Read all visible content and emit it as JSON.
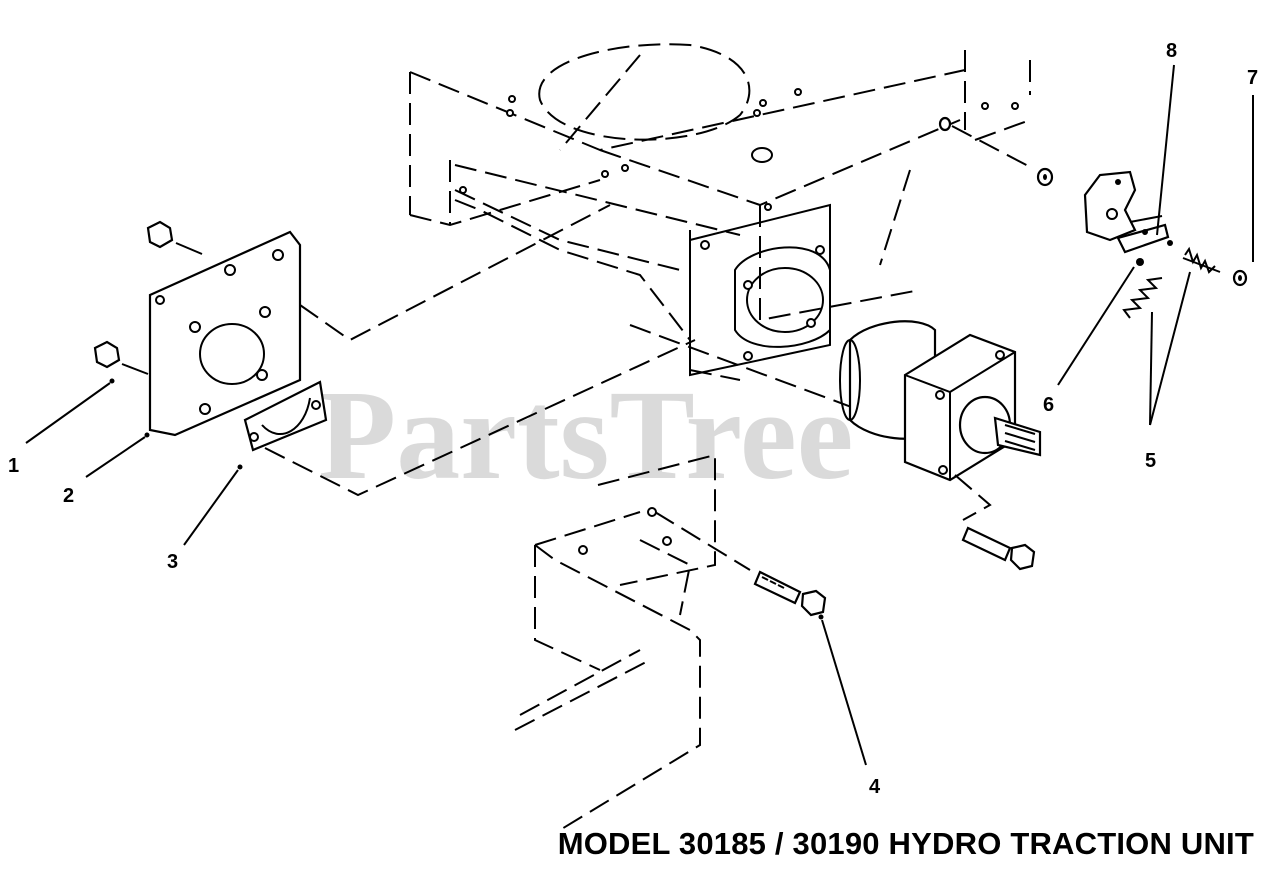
{
  "watermark": "PartsTree",
  "caption": "MODEL 30185 / 30190 HYDRO TRACTION UNIT",
  "callouts": {
    "c1": "1",
    "c2": "2",
    "c3": "3",
    "c4": "4",
    "c5": "5",
    "c6": "6",
    "c7": "7",
    "c8": "8"
  }
}
